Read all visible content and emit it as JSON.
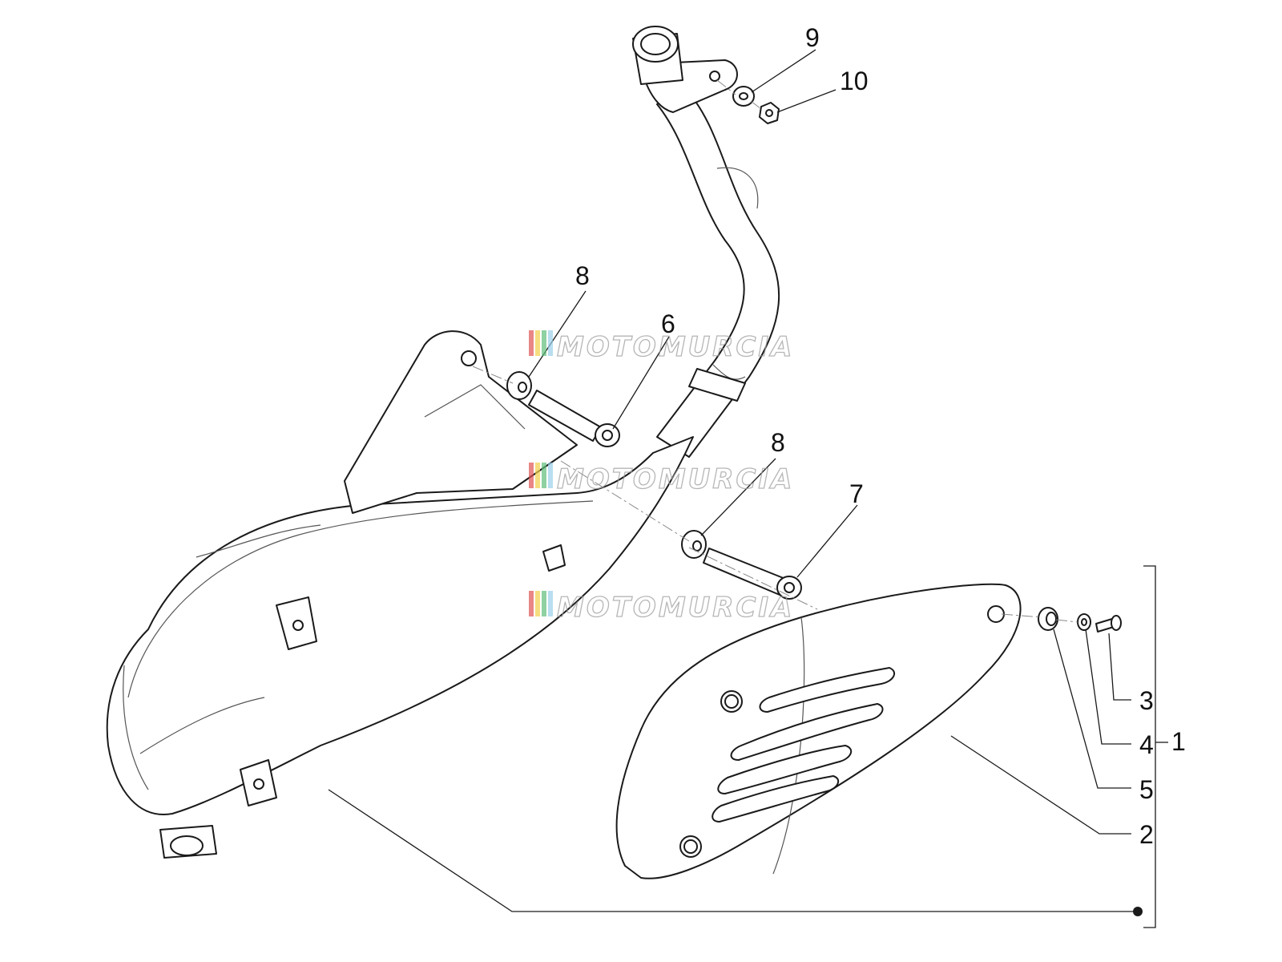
{
  "callouts": {
    "n1": "1",
    "n2": "2",
    "n3": "3",
    "n4": "4",
    "n5": "5",
    "n6": "6",
    "n7": "7",
    "n8a": "8",
    "n8b": "8",
    "n9": "9",
    "n10": "10"
  },
  "watermark": {
    "text": "MOTOMURCIA",
    "stripe_colors": [
      "#e05252",
      "#f2d04a",
      "#5fbf7a",
      "#9ad0e8"
    ]
  },
  "colors": {
    "line": "#1a1a1a",
    "background": "#ffffff"
  }
}
